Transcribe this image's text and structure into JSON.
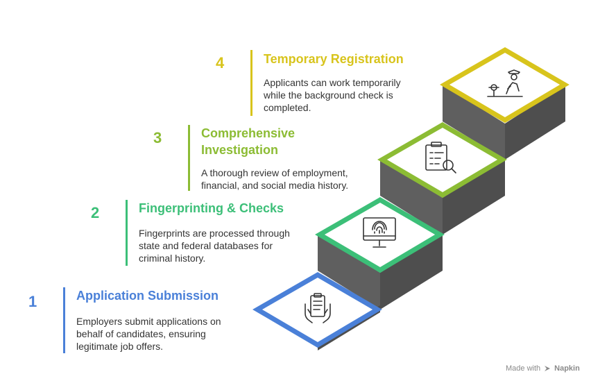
{
  "steps": [
    {
      "number": "1",
      "title": "Application Submission",
      "description": "Employers submit applications on\nbehalf of candidates, ensuring\nlegitimate job offers.",
      "color": "#4a80d8",
      "icon": "hands-holding-document-icon"
    },
    {
      "number": "2",
      "title": "Fingerprinting & Checks",
      "description": "Fingerprints are processed through\nstate and federal databases for\ncriminal history.",
      "color": "#3cbf78",
      "icon": "fingerprint-monitor-icon"
    },
    {
      "number": "3",
      "title": "Comprehensive\nInvestigation",
      "description": "A thorough review of employment,\nfinancial, and social media history.",
      "color": "#8cbc34",
      "icon": "clipboard-magnifier-icon"
    },
    {
      "number": "4",
      "title": "Temporary Registration",
      "description": "Applicants can work temporarily\nwhile the background check is\ncompleted.",
      "color": "#d8c41c",
      "icon": "worker-icon"
    }
  ],
  "footer": {
    "made_with": "Made with",
    "brand": "Napkin"
  },
  "colors": {
    "stair_dark": "#5a5a5a",
    "stair_mid": "#6e6e6e",
    "text": "#333333"
  }
}
